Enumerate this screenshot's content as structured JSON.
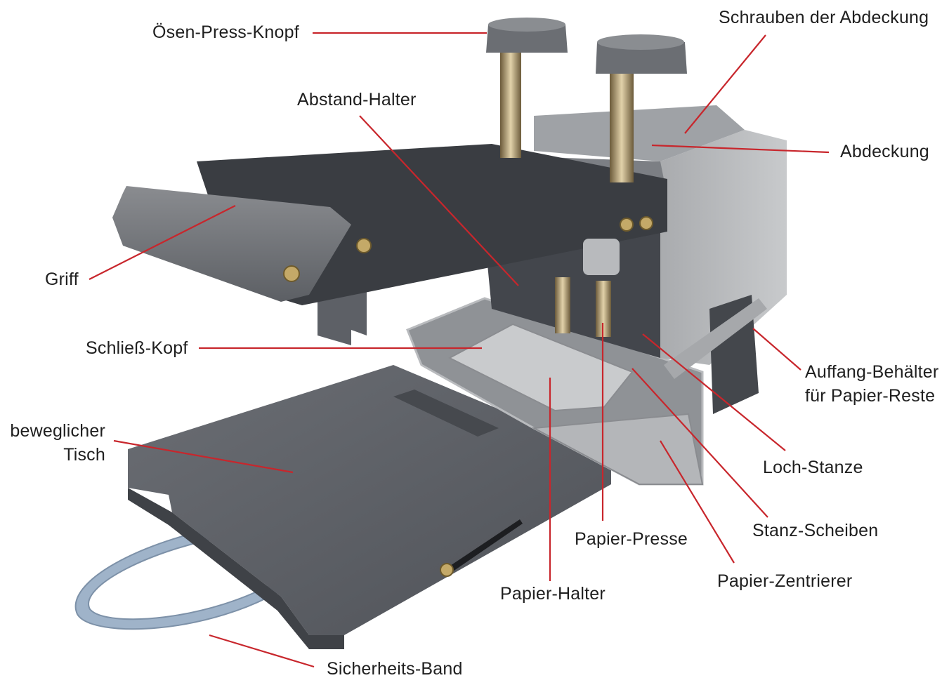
{
  "colors": {
    "leader_line": "#c8262c",
    "label_text": "#1f1f1f",
    "machine_body": "#5a5d63",
    "machine_dark": "#3d4046",
    "machine_silver": "#b7b9bc",
    "strap": "#9fb3c9"
  },
  "labels": {
    "oesen_press_knopf": "Ösen-Press-Knopf",
    "schrauben_abdeckung": "Schrauben der Abdeckung",
    "abstand_halter": "Abstand-Halter",
    "abdeckung": "Abdeckung",
    "griff": "Griff",
    "schliess_kopf": "Schließ-Kopf",
    "auffang_line1": "Auffang-Behälter",
    "auffang_line2": "für Papier-Reste",
    "beweglicher_line1": "beweglicher",
    "beweglicher_line2": "Tisch",
    "loch_stanze": "Loch-Stanze",
    "papier_presse": "Papier-Presse",
    "stanz_scheiben": "Stanz-Scheiben",
    "papier_zentrierer": "Papier-Zentrierer",
    "papier_halter": "Papier-Halter",
    "sicherheits_band": "Sicherheits-Band"
  }
}
